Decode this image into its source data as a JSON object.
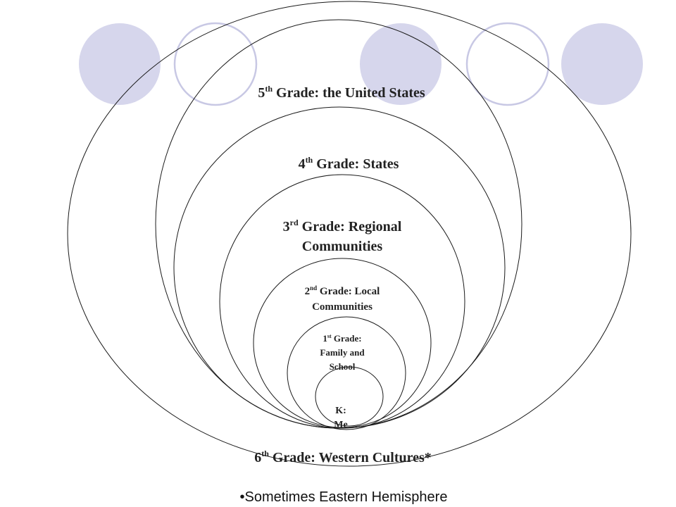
{
  "colors": {
    "decor_fill": "#d6d6ec",
    "decor_stroke": "#c8c8e4",
    "ring_stroke": "#1a1a1a",
    "text": "#222222"
  },
  "decor_circles": [
    {
      "style": "filled"
    },
    {
      "style": "outline"
    },
    {
      "style": "filled"
    },
    {
      "style": "outline"
    },
    {
      "style": "filled"
    }
  ],
  "rings": {
    "grade6": {
      "prefix": "6",
      "sup": "th",
      "text": " Grade:  Western Cultures*"
    },
    "grade5": {
      "prefix": "5",
      "sup": "th",
      "text": " Grade: the United States"
    },
    "grade4": {
      "prefix": "4",
      "sup": "th",
      "text": " Grade: States"
    },
    "grade3": {
      "prefix": "3",
      "sup": "rd",
      "text": " Grade: Regional",
      "line2": "Communities"
    },
    "grade2": {
      "prefix": "2",
      "sup": "nd",
      "text": " Grade: Local",
      "line2": "Communities"
    },
    "grade1": {
      "prefix": "1",
      "sup": "st",
      "text": " Grade:",
      "line2": "Family and",
      "line3": "School"
    },
    "kinder": {
      "line1": "K:",
      "line2": "Me"
    }
  },
  "footnote": {
    "text": "•Sometimes Eastern Hemisphere"
  }
}
